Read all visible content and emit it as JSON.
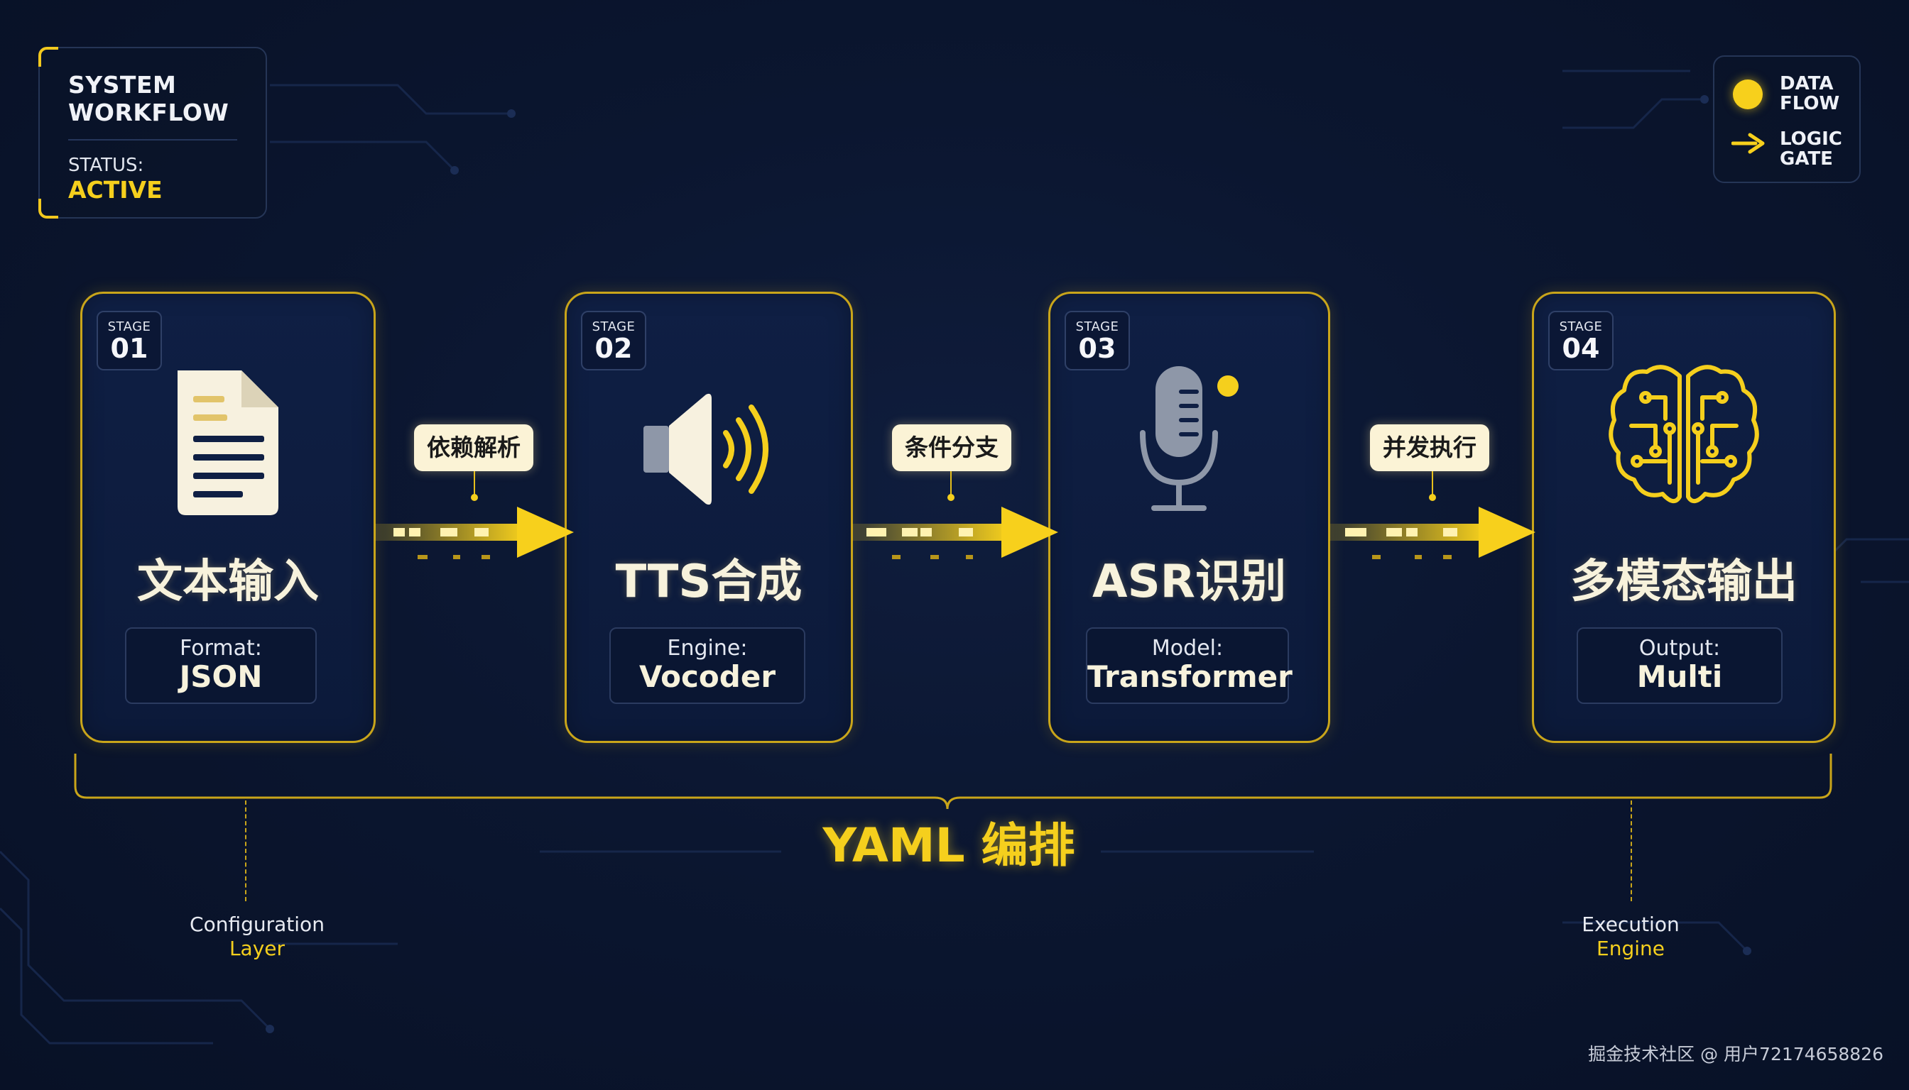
{
  "system_panel": {
    "title_line1": "SYSTEM",
    "title_line2": "WORKFLOW",
    "status_label": "STATUS:",
    "status_value": "ACTIVE"
  },
  "legend": {
    "data_flow_line1": "DATA",
    "data_flow_line2": "FLOW",
    "logic_gate_line1": "LOGIC",
    "logic_gate_line2": "GATE"
  },
  "stages": [
    {
      "badge_label": "STAGE",
      "badge_num": "01",
      "title": "文本输入",
      "info_label": "Format:",
      "info_value": "JSON",
      "icon": "document-icon"
    },
    {
      "badge_label": "STAGE",
      "badge_num": "02",
      "title": "TTS合成",
      "info_label": "Engine:",
      "info_value": "Vocoder",
      "icon": "speaker-icon"
    },
    {
      "badge_label": "STAGE",
      "badge_num": "03",
      "title": "ASR识别",
      "info_label": "Model:",
      "info_value": "Transformer",
      "icon": "microphone-icon"
    },
    {
      "badge_label": "STAGE",
      "badge_num": "04",
      "title": "多模态输出",
      "info_label": "Output:",
      "info_value": "Multi",
      "icon": "brain-circuit-icon"
    }
  ],
  "connectors": [
    {
      "label": "依赖解析"
    },
    {
      "label": "条件分支"
    },
    {
      "label": "并发执行"
    }
  ],
  "orchestration": {
    "title": "YAML 编排",
    "left_line1": "Configuration",
    "left_line2": "Layer",
    "right_line1": "Execution",
    "right_line2": "Engine"
  },
  "colors": {
    "accent": "#f5cf1d",
    "background": "#0b1630",
    "card_border": "#c9a51a"
  },
  "watermark": "掘金技术社区 @ 用户72174658826"
}
